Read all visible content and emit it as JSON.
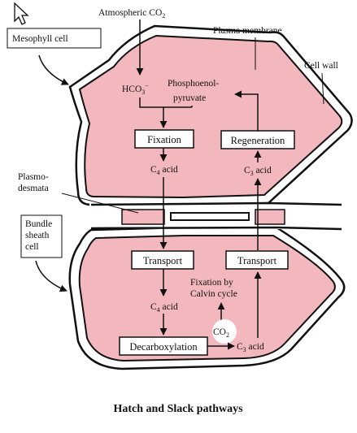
{
  "title": "Hatch and Slack pathways",
  "labels": {
    "mesophyll_cell": "Mesophyll cell",
    "atmospheric_co2_prefix": "Atmospheric CO",
    "atmospheric_co2_sub": "2",
    "plasma_membrane": "Plasma membrane",
    "cell_wall": "Cell wall",
    "hco3_main": "HCO",
    "hco3_sub": "3",
    "hco3_sup": "−",
    "pep_line1": "Phosphoenol-",
    "pep_line2": "pyruvate",
    "plasmodesmata_line1": "Plasmo-",
    "plasmodesmata_line2": "desmata",
    "bundle_line1": "Bundle",
    "bundle_line2": "sheath",
    "bundle_line3": "cell",
    "c4_prefix": "C",
    "c4_sub": "4",
    "c4_suffix": " acid",
    "c3_prefix": "C",
    "c3_sub": "3",
    "c3_suffix": " acid",
    "calvin_line1": "Fixation by",
    "calvin_line2": "Calvin cycle",
    "co2_main": "CO",
    "co2_sub": "2"
  },
  "boxes": {
    "fixation": "Fixation",
    "regeneration": "Regeneration",
    "transport_left": "Transport",
    "transport_right": "Transport",
    "decarboxylation": "Decarboxylation"
  },
  "colors": {
    "cytoplasm": "#f3b8bd",
    "outline": "#111111"
  },
  "icons": [
    "mouse-cursor-icon"
  ]
}
